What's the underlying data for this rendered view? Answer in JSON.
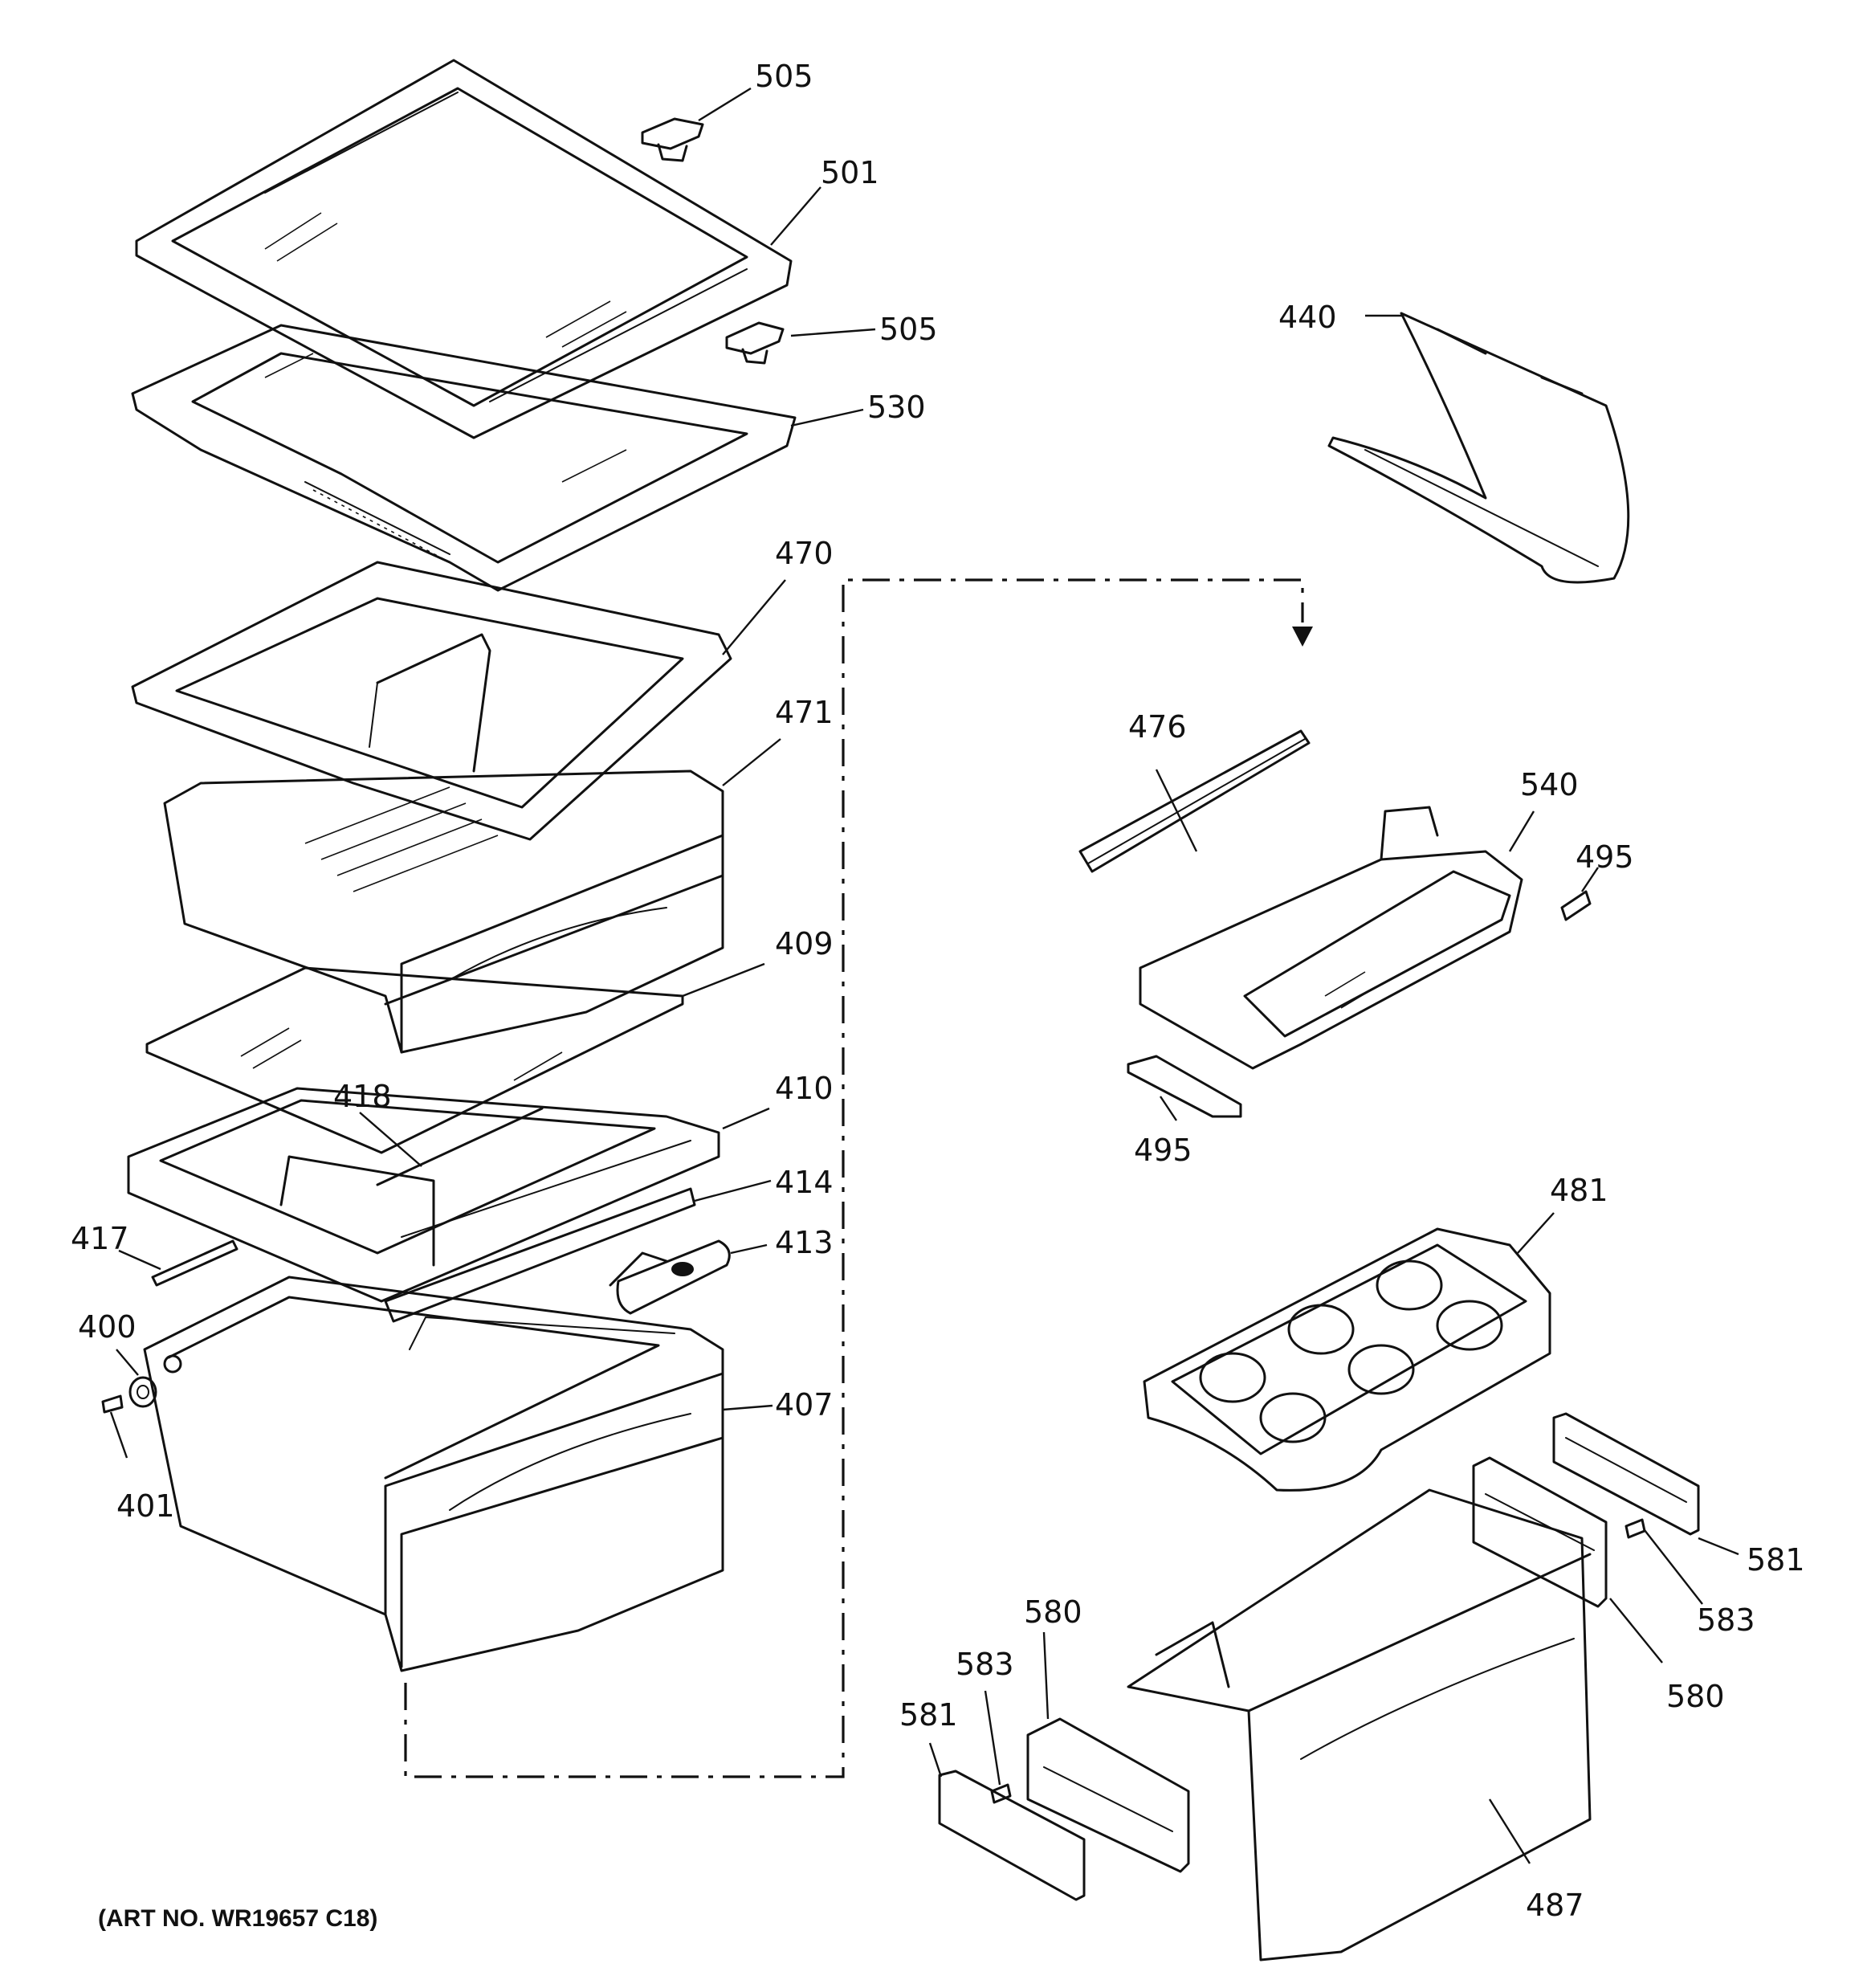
{
  "art_number": "(ART NO. WR19657 C18)",
  "callouts": {
    "c505a": "505",
    "c501": "501",
    "c505b": "505",
    "c530": "530",
    "c440": "440",
    "c470": "470",
    "c471": "471",
    "c476": "476",
    "c540": "540",
    "c495a": "495",
    "c409": "409",
    "c495b": "495",
    "c418": "418",
    "c410": "410",
    "c414": "414",
    "c481": "481",
    "c417": "417",
    "c413": "413",
    "c400": "400",
    "c407": "407",
    "c401": "401",
    "c581a": "581",
    "c583a": "583",
    "c580a": "580",
    "c580b": "580",
    "c583b": "583",
    "c581b": "581",
    "c487": "487"
  }
}
